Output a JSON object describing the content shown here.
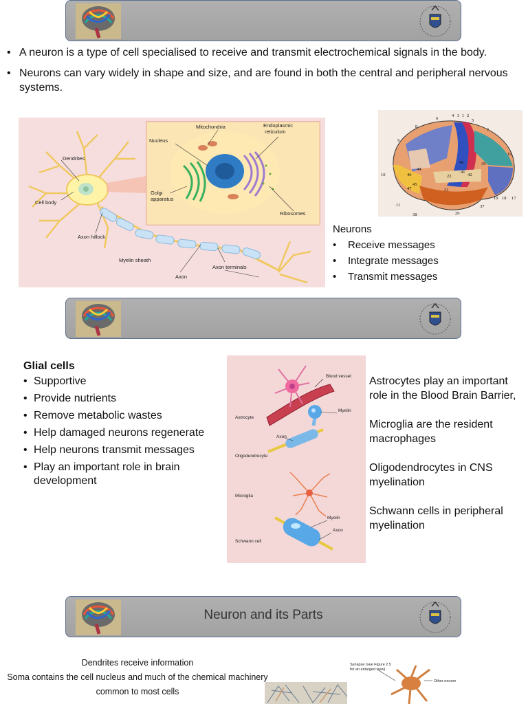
{
  "bullets": [
    "A neuron is a type of cell specialised to receive and transmit electrochemical signals in the body.",
    "Neurons can vary widely in shape and size, and are found in both the central and peripheral nervous systems."
  ],
  "neuron_diagram": {
    "labels": {
      "dendrites": "Dendrites",
      "cell_body": "Cell body",
      "axon_hillock": "Axon hillock",
      "myelin_sheath": "Myelin sheath",
      "axon": "Axon",
      "axon_terminals": "Axon terminals",
      "nucleus": "Nucleus",
      "mitochondria": "Mitochondria",
      "er_line1": "Endoplasmic",
      "er_line2": "reticulum",
      "golgi_line1": "Golgi",
      "golgi_line2": "apparatus",
      "ribosomes": "Ribosomes"
    }
  },
  "brain_numbers": [
    "6",
    "4",
    "3",
    "1",
    "2",
    "5",
    "7",
    "8",
    "9",
    "10",
    "11",
    "19",
    "18",
    "17",
    "37",
    "20",
    "38",
    "44",
    "45",
    "46",
    "47",
    "40",
    "39",
    "41",
    "42",
    "22",
    "21",
    "19"
  ],
  "neurons_box": {
    "title": "Neurons",
    "items": [
      "Receive messages",
      "Integrate messages",
      "Transmit messages"
    ]
  },
  "glial": {
    "title": "Glial cells",
    "items": [
      "Supportive",
      "Provide nutrients",
      "Remove metabolic wastes",
      "Help damaged neurons regenerate",
      "Help neurons transmit messages",
      "Play an important role in brain development"
    ]
  },
  "glial_diagram": {
    "labels": {
      "blood_vessel": "Blood vessel",
      "astrocyte": "Astrocyte",
      "myelin1": "Myelin",
      "axon1": "Axon",
      "oligodendrocyte": "Oligodendrocyte",
      "microglia": "Microglia",
      "myelin2": "Myelin",
      "axon2": "Axon",
      "schwann": "Schwann cell"
    }
  },
  "glial_notes": [
    "Astrocytes play an important role in the Blood Brain Barrier,",
    "Microglia are the resident macrophages",
    "Oligodendrocytes in CNS myelination",
    "Schwann cells in peripheral myelination"
  ],
  "banner3": {
    "title": "Neuron and its Parts"
  },
  "parts_text": [
    "Dendrites receive information",
    "Soma contains the cell nucleus and much of the chemical machinery common to most cells"
  ],
  "synapse_fig": {
    "label_line1": "Synapse (see Figure 2.5",
    "label_line2": "for an enlarged view)",
    "other_neuron": "Other neuron"
  },
  "colors": {
    "banner_bg": "#a8a8a8",
    "banner_border": "#5a6f8f",
    "diagram_bg": "#f6dede",
    "cell_yellow": "#fff3a8",
    "nucleus_blue": "#2f7bc4"
  }
}
